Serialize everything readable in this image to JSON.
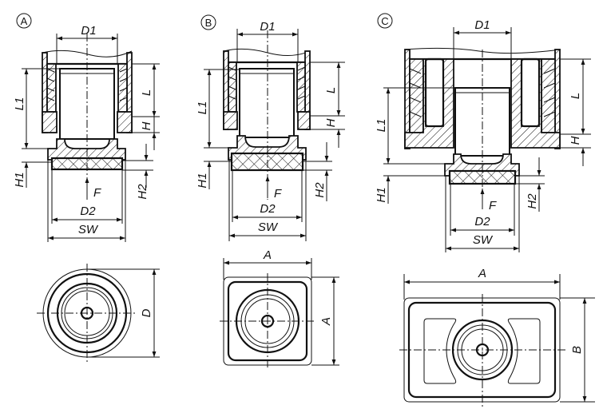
{
  "figure": {
    "type": "technical drawing",
    "views": [
      {
        "id": "A",
        "marker": "A",
        "shape": "round",
        "section_labels": [
          "D1",
          "L",
          "H",
          "L1",
          "H1",
          "H2",
          "F",
          "D2",
          "SW"
        ],
        "plan_labels": [
          "D"
        ]
      },
      {
        "id": "B",
        "marker": "B",
        "shape": "square",
        "section_labels": [
          "D1",
          "L",
          "H",
          "L1",
          "H1",
          "H2",
          "F",
          "D2",
          "SW"
        ],
        "plan_labels": [
          "A",
          "A"
        ]
      },
      {
        "id": "C",
        "marker": "C",
        "shape": "rectangular",
        "section_labels": [
          "D1",
          "L",
          "H",
          "L1",
          "H1",
          "H2",
          "F",
          "D2",
          "SW"
        ],
        "plan_labels": [
          "A",
          "B"
        ]
      }
    ]
  },
  "labels": {
    "a": {
      "marker": "A",
      "d1": "D1",
      "l": "L",
      "h": "H",
      "l1": "L1",
      "h1": "H1",
      "h2": "H2",
      "f": "F",
      "d2": "D2",
      "sw": "SW",
      "d": "D"
    },
    "b": {
      "marker": "B",
      "d1": "D1",
      "l": "L",
      "h": "H",
      "l1": "L1",
      "h1": "H1",
      "h2": "H2",
      "f": "F",
      "d2": "D2",
      "sw": "SW",
      "a_top": "A",
      "a_side": "A"
    },
    "c": {
      "marker": "C",
      "d1": "D1",
      "l": "L",
      "h": "H",
      "l1": "L1",
      "h1": "H1",
      "h2": "H2",
      "f": "F",
      "d2": "D2",
      "sw": "SW",
      "a_top": "A",
      "b_side": "B"
    }
  }
}
